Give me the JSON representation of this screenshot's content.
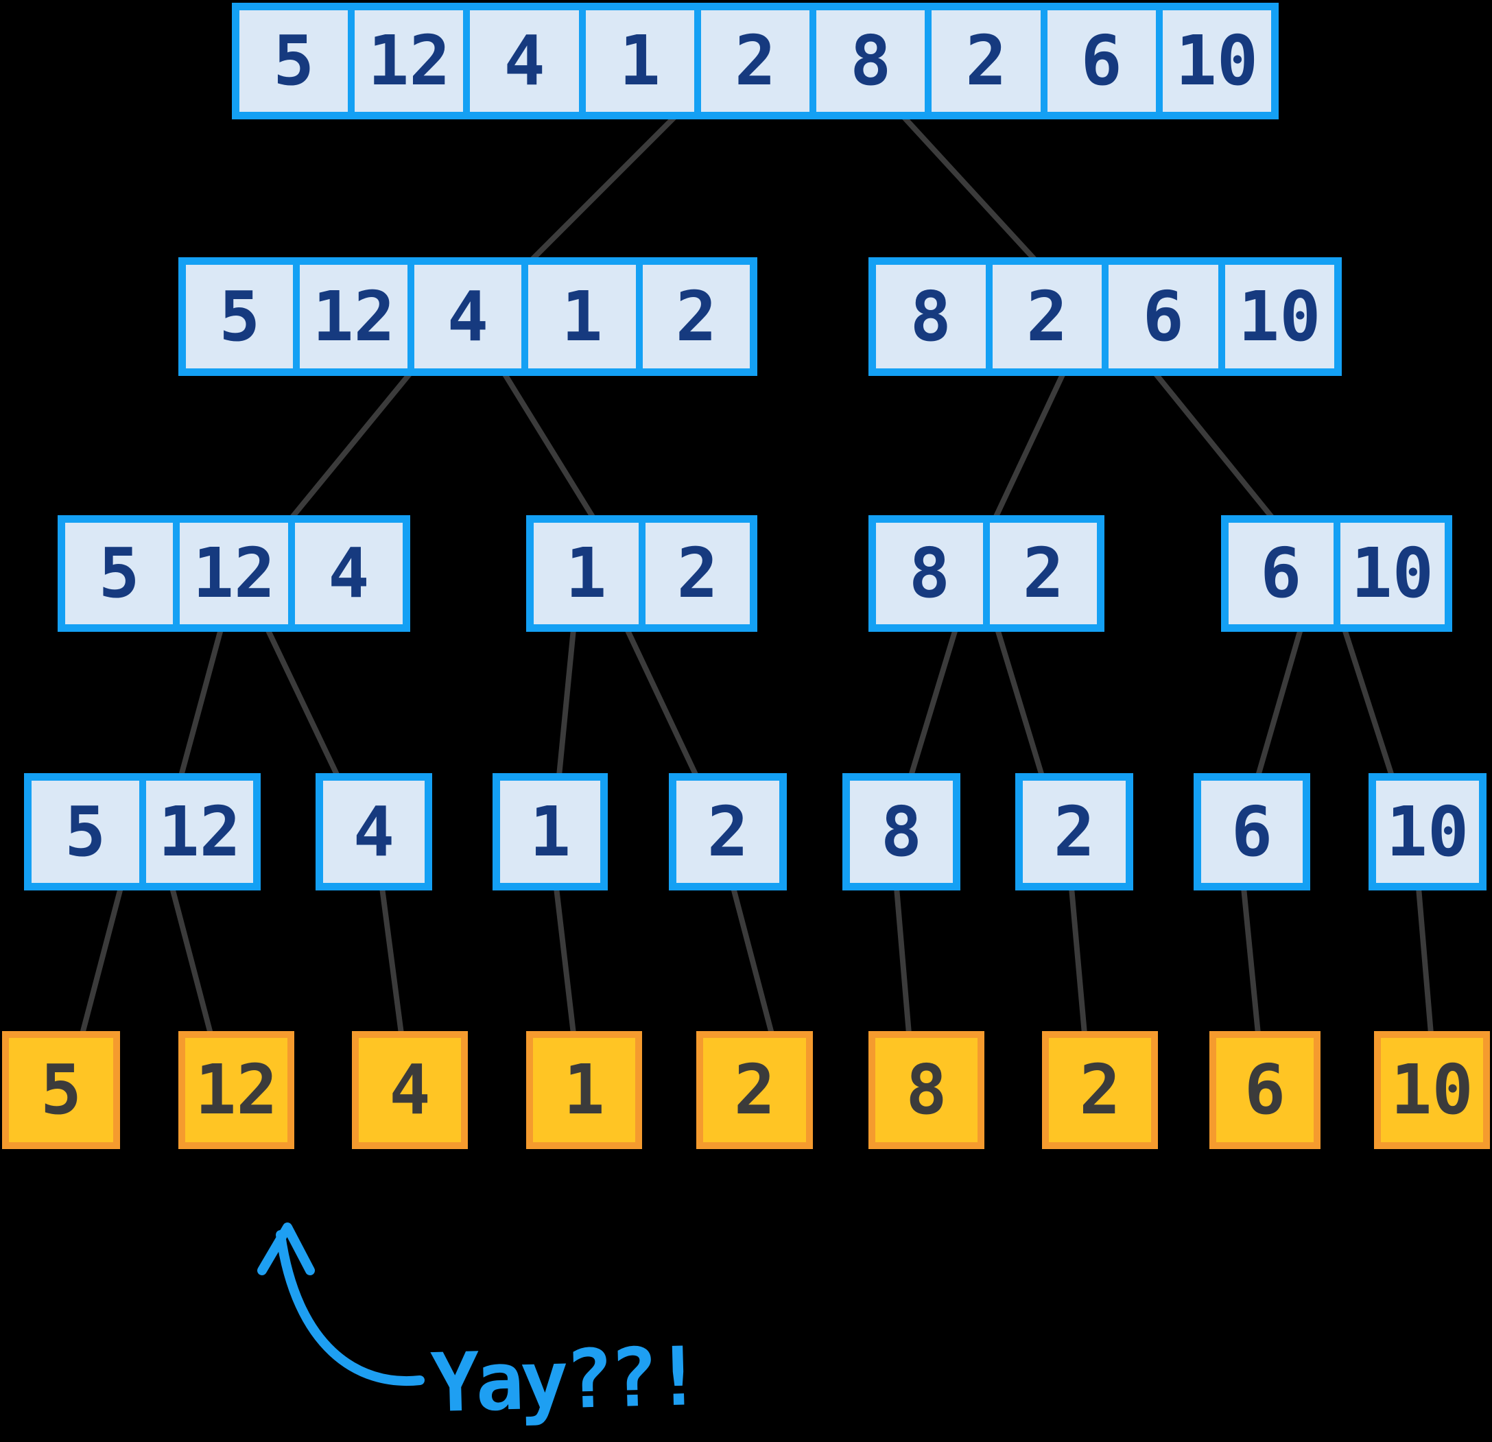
{
  "colors": {
    "background": "#000000",
    "box_border_blue": "#14a0f4",
    "box_fill_blue": "#dbe8f6",
    "digit_navy": "#163a7f",
    "connector_gray": "#3b3b3b",
    "leaf_fill_orange": "#ffc524",
    "leaf_border_orange": "#f59b2e",
    "leaf_digit_gray": "#3b3b3b",
    "annotation_blue": "#1e9ff2"
  },
  "levels": [
    {
      "name": "level-1",
      "groups": [
        {
          "values": [
            5,
            12,
            4,
            1,
            2,
            8,
            2,
            6,
            10
          ]
        }
      ]
    },
    {
      "name": "level-2",
      "groups": [
        {
          "values": [
            5,
            12,
            4,
            1,
            2
          ]
        },
        {
          "values": [
            8,
            2,
            6,
            10
          ]
        }
      ]
    },
    {
      "name": "level-3",
      "groups": [
        {
          "values": [
            5,
            12,
            4
          ]
        },
        {
          "values": [
            1,
            2
          ]
        },
        {
          "values": [
            8,
            2
          ]
        },
        {
          "values": [
            6,
            10
          ]
        }
      ]
    },
    {
      "name": "level-4",
      "groups": [
        {
          "values": [
            5,
            12
          ]
        },
        {
          "values": [
            4
          ]
        },
        {
          "values": [
            1
          ]
        },
        {
          "values": [
            2
          ]
        },
        {
          "values": [
            8
          ]
        },
        {
          "values": [
            2
          ]
        },
        {
          "values": [
            6
          ]
        },
        {
          "values": [
            10
          ]
        }
      ]
    },
    {
      "name": "level-5",
      "groups": [
        {
          "values": [
            5
          ]
        },
        {
          "values": [
            12
          ]
        },
        {
          "values": [
            4
          ]
        },
        {
          "values": [
            1
          ]
        },
        {
          "values": [
            2
          ]
        },
        {
          "values": [
            8
          ]
        },
        {
          "values": [
            2
          ]
        },
        {
          "values": [
            6
          ]
        },
        {
          "values": [
            10
          ]
        }
      ]
    }
  ],
  "annotation": {
    "text": "Yay??!"
  }
}
